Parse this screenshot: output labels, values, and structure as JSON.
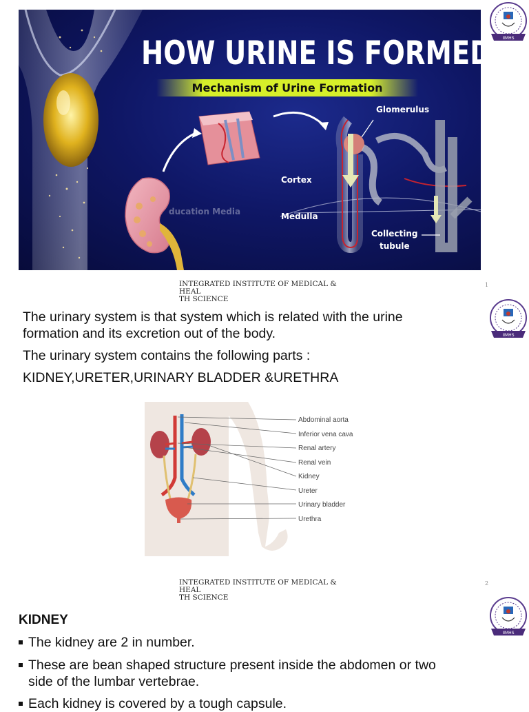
{
  "slide1": {
    "banner": {
      "title": "HOW URINE IS FORMED?",
      "subtitle": "Mechanism of Urine Formation",
      "labels": {
        "glomerulus": "Glomerulus",
        "cortex": "Cortex",
        "medulla": "Medulla",
        "collecting_line1": "Collecting",
        "collecting_line2": "tubule"
      },
      "watermark": "ducation Media"
    },
    "footer_line1": "INTEGRATED INSTITUTE OF MEDICAL & HEAL",
    "footer_line2": "TH SCIENCE",
    "page_number": "1"
  },
  "slide2": {
    "para1_line1": "The urinary system is that system which is related with the urine",
    "para1_line2": "formation and its excretion out of the body.",
    "para2": "The urinary system contains the following parts :",
    "parts": "KIDNEY,URETER,URINARY BLADDER &URETHRA",
    "anatomy_labels": [
      "Abdominal aorta",
      "Inferior vena cava",
      "Renal artery",
      "Renal vein",
      "Kidney",
      "Ureter",
      "Urinary bladder",
      "Urethra"
    ],
    "footer_line1": "INTEGRATED INSTITUTE OF MEDICAL & HEAL",
    "footer_line2": "TH SCIENCE",
    "page_number": "2"
  },
  "slide3": {
    "title": "KIDNEY",
    "bullets": [
      {
        "line1": "The kidney are 2 in number.",
        "line2": ""
      },
      {
        "line1": "These are bean shaped structure present inside the abdomen or two",
        "line2": "side of the lumbar vertebrae."
      },
      {
        "line1": "Each kidney is covered by a tough capsule.",
        "line2": ""
      }
    ]
  },
  "logo": {
    "text": "IIMHS"
  },
  "colors": {
    "banner_bg": "#0f1766",
    "subtitle_band": "#d7ef2a",
    "logo_ribbon": "#4a2b7a"
  }
}
